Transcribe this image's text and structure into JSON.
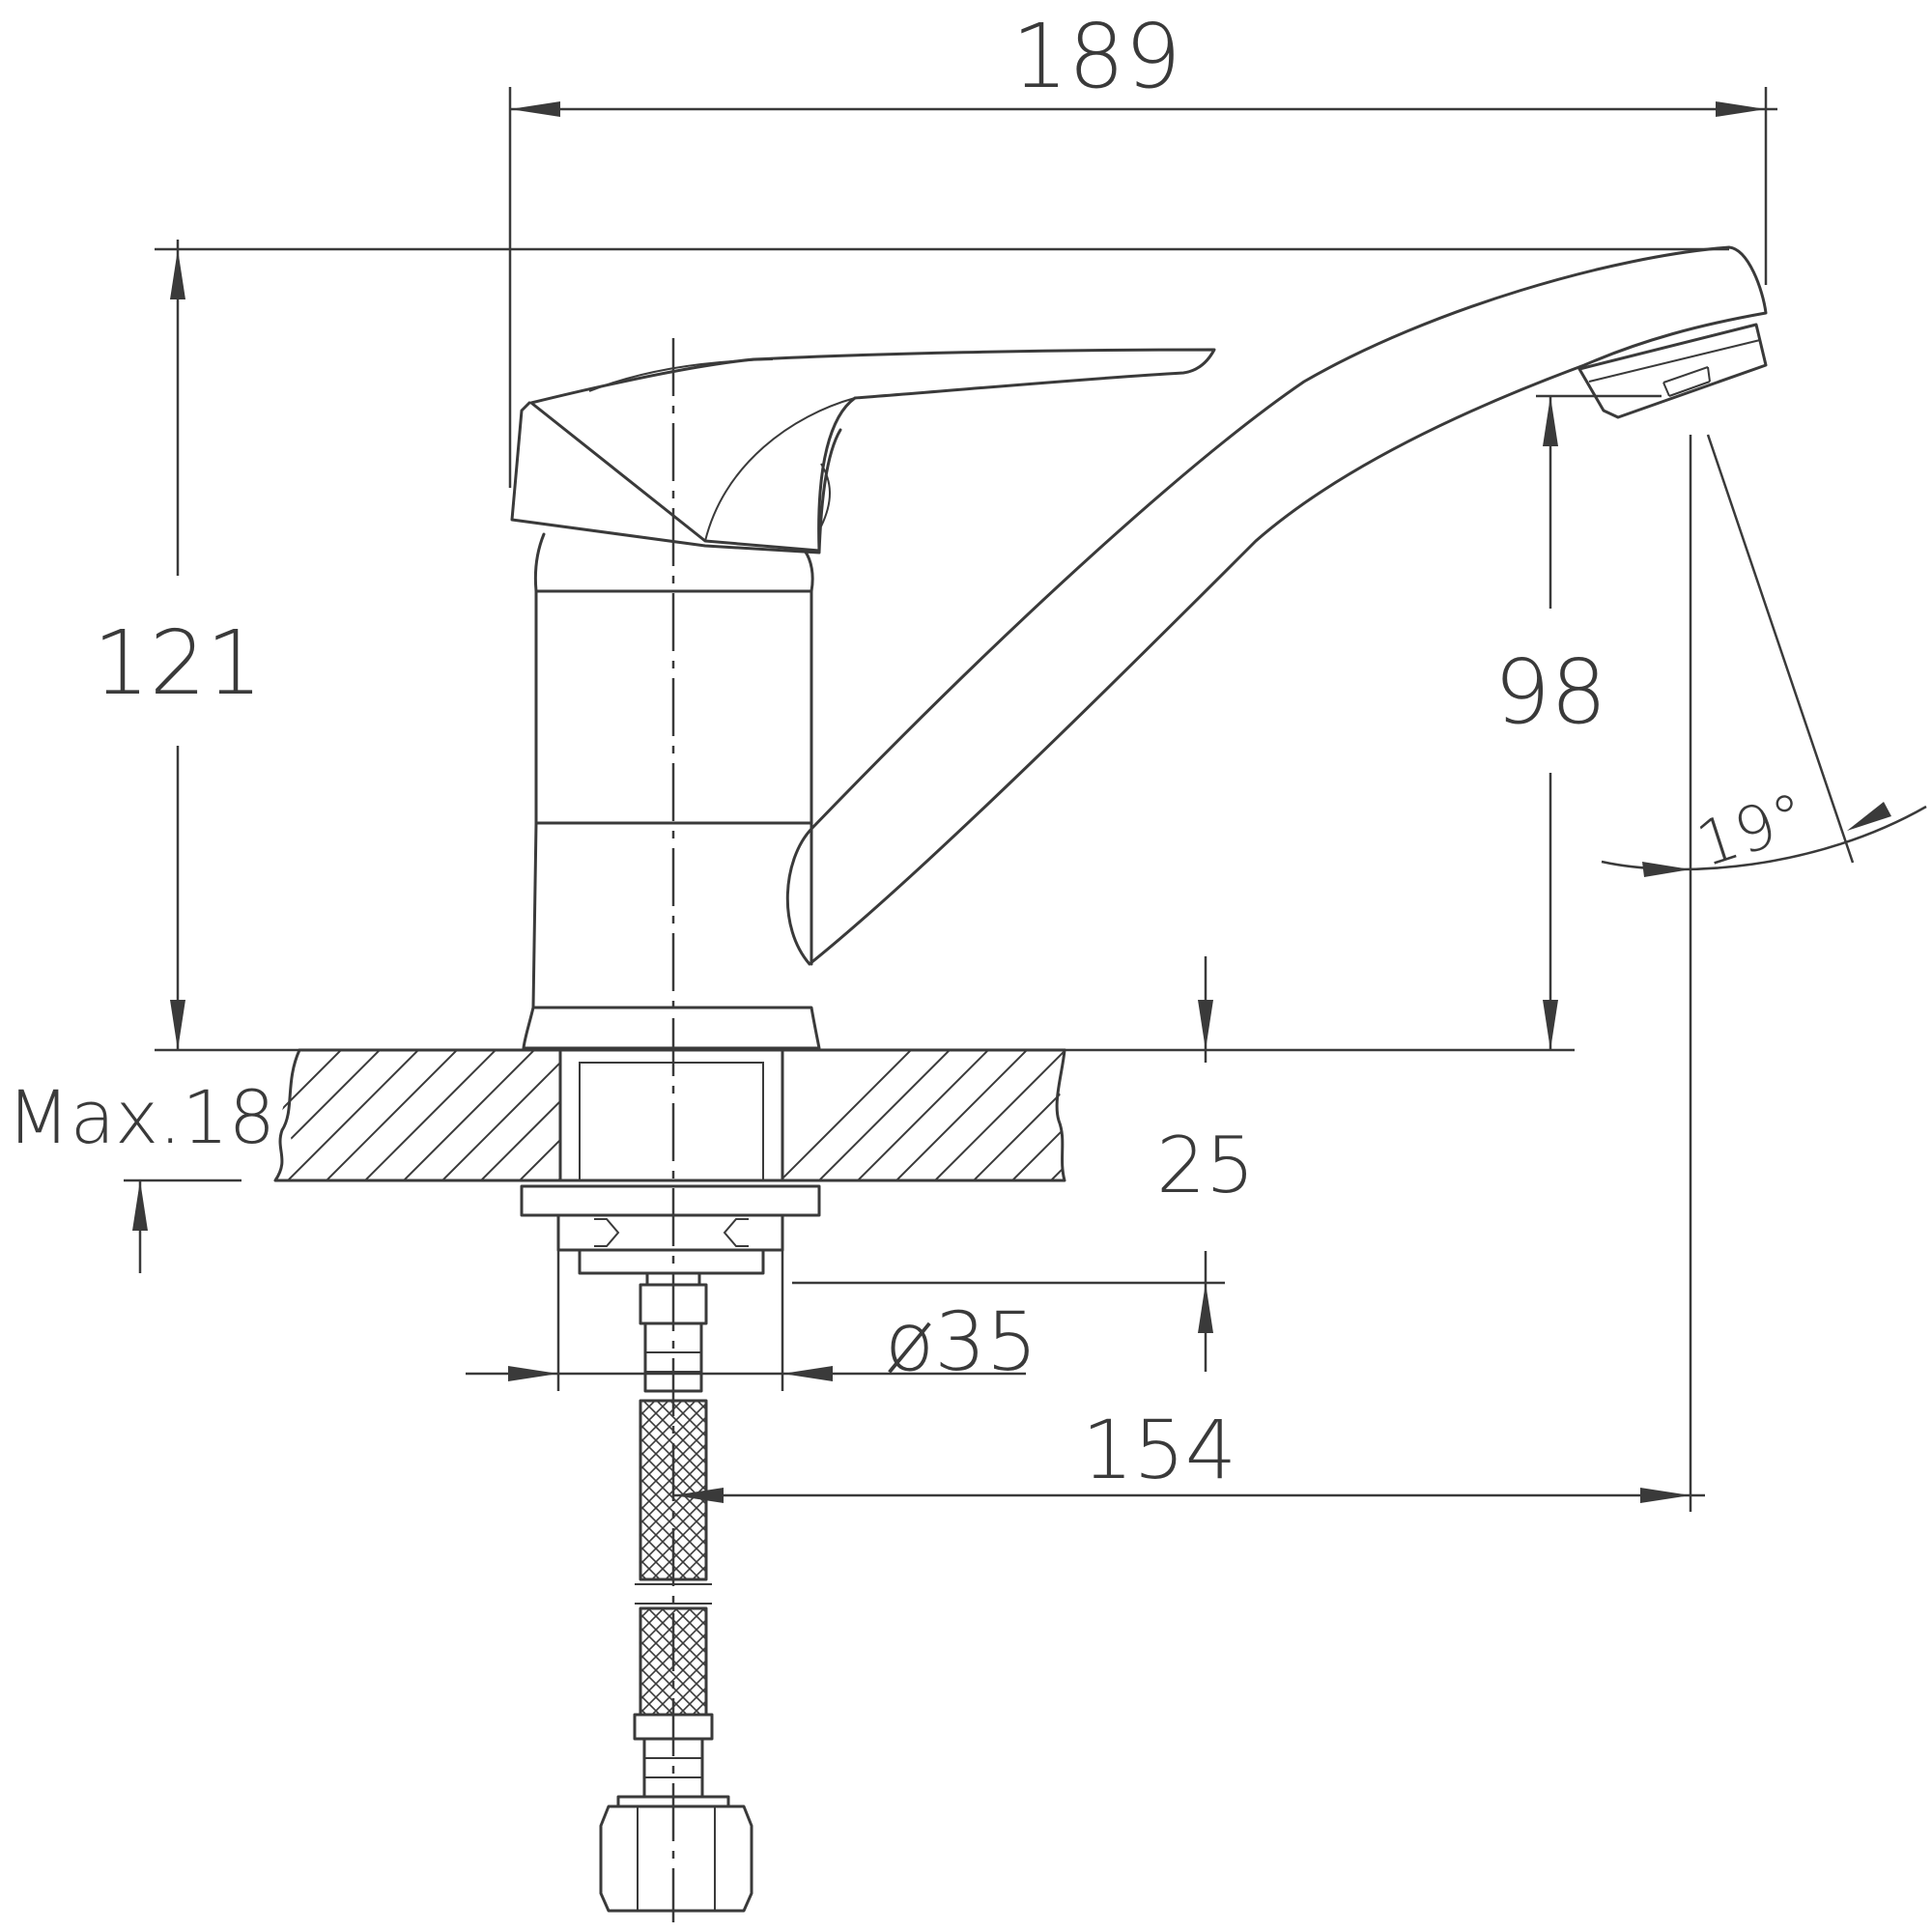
{
  "drawing": {
    "dimensions": {
      "total_length": "189",
      "total_height": "121",
      "spout_height": "98",
      "spout_reach": "154",
      "tube_diameter": "ø35",
      "connection_height": "25",
      "max_counter_thickness": "Max.18",
      "spout_angle": "19°"
    }
  }
}
